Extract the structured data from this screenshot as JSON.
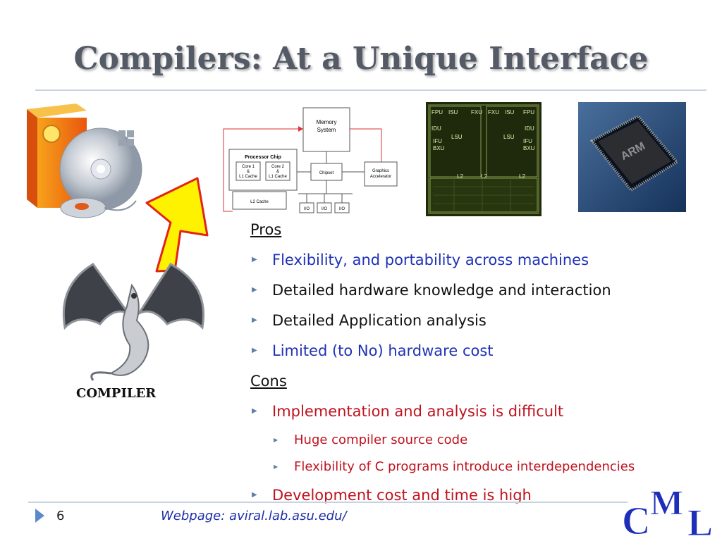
{
  "title": "Compilers: At a Unique Interface",
  "pros_heading": "Pros",
  "pros": [
    "Flexibility, and portability across machines",
    "Detailed hardware knowledge and interaction",
    "Detailed Application analysis",
    "Limited (to No) hardware cost"
  ],
  "cons_heading": "Cons",
  "cons": [
    "Implementation and analysis is difficult",
    "Huge compiler source code",
    "Flexibility of C programs introduce interdependencies",
    "Development cost and time is high"
  ],
  "compiler_label": "COMPILER",
  "diagram": {
    "memory": "Memory",
    "system": "System",
    "processor_chip": "Processor Chip",
    "core1": [
      "Core 1",
      "&",
      "L1 Cache"
    ],
    "core2": [
      "Core 2",
      "&",
      "L1 Cache"
    ],
    "chipset": "Chipset",
    "graphics": [
      "Graphics",
      "Accelerator"
    ],
    "l2": "L2 Cache",
    "io": "I/O"
  },
  "die_labels": [
    "FPU",
    "ISU",
    "FXU",
    "IDU",
    "LSU",
    "IFU",
    "BXU",
    "L2"
  ],
  "arm_label": "ARM",
  "logo_letters": [
    "C",
    "M",
    "L"
  ],
  "footer": {
    "page_number": "6",
    "webpage": "Webpage: aviral.lab.asu.edu/"
  },
  "colors": {
    "title": "#545a66",
    "bullet_blue": "#1f32b5",
    "bullet_red": "#c0121e",
    "rule": "#c9d3e0",
    "logo": "#1d2fb8"
  }
}
